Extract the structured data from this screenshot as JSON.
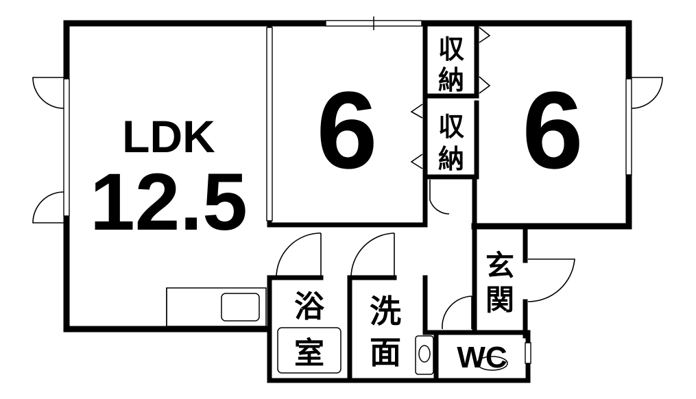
{
  "plan": {
    "rooms": {
      "ldk": {
        "name": "LDK",
        "size": "12.5"
      },
      "west_room": {
        "size": "6"
      },
      "east_room": {
        "size": "6"
      },
      "storage_upper": {
        "label_1": "収",
        "label_2": "納"
      },
      "storage_lower": {
        "label_1": "収",
        "label_2": "納"
      },
      "entrance": {
        "label_1": "玄",
        "label_2": "関"
      },
      "bath": {
        "label_1": "浴",
        "label_2": "室"
      },
      "washroom": {
        "label_1": "洗",
        "label_2": "面"
      },
      "toilet": {
        "label": "WC"
      }
    },
    "colors": {
      "wall": "#000000",
      "background": "#ffffff"
    }
  }
}
